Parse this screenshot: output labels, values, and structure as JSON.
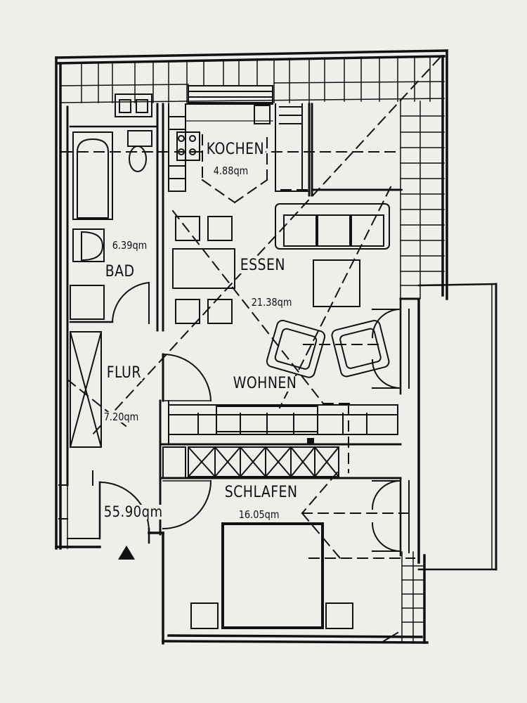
{
  "rooms": {
    "kochen": {
      "name": "KOCHEN",
      "area": "4.88qm"
    },
    "bad": {
      "name": "BAD",
      "area": "6.39qm"
    },
    "essen": {
      "name": "ESSEN",
      "area": "21.38qm"
    },
    "wohnen": {
      "name": "WOHNEN"
    },
    "flur": {
      "name": "FLUR",
      "area": "7.20qm"
    },
    "schlafen": {
      "name": "SCHLAFEN",
      "area": "16.05qm"
    }
  },
  "total_area": "55.90qm",
  "colors": {
    "ink": "#111111",
    "paper": "#eeeeea"
  },
  "icons": {
    "north_marker": "triangle-up-icon"
  }
}
